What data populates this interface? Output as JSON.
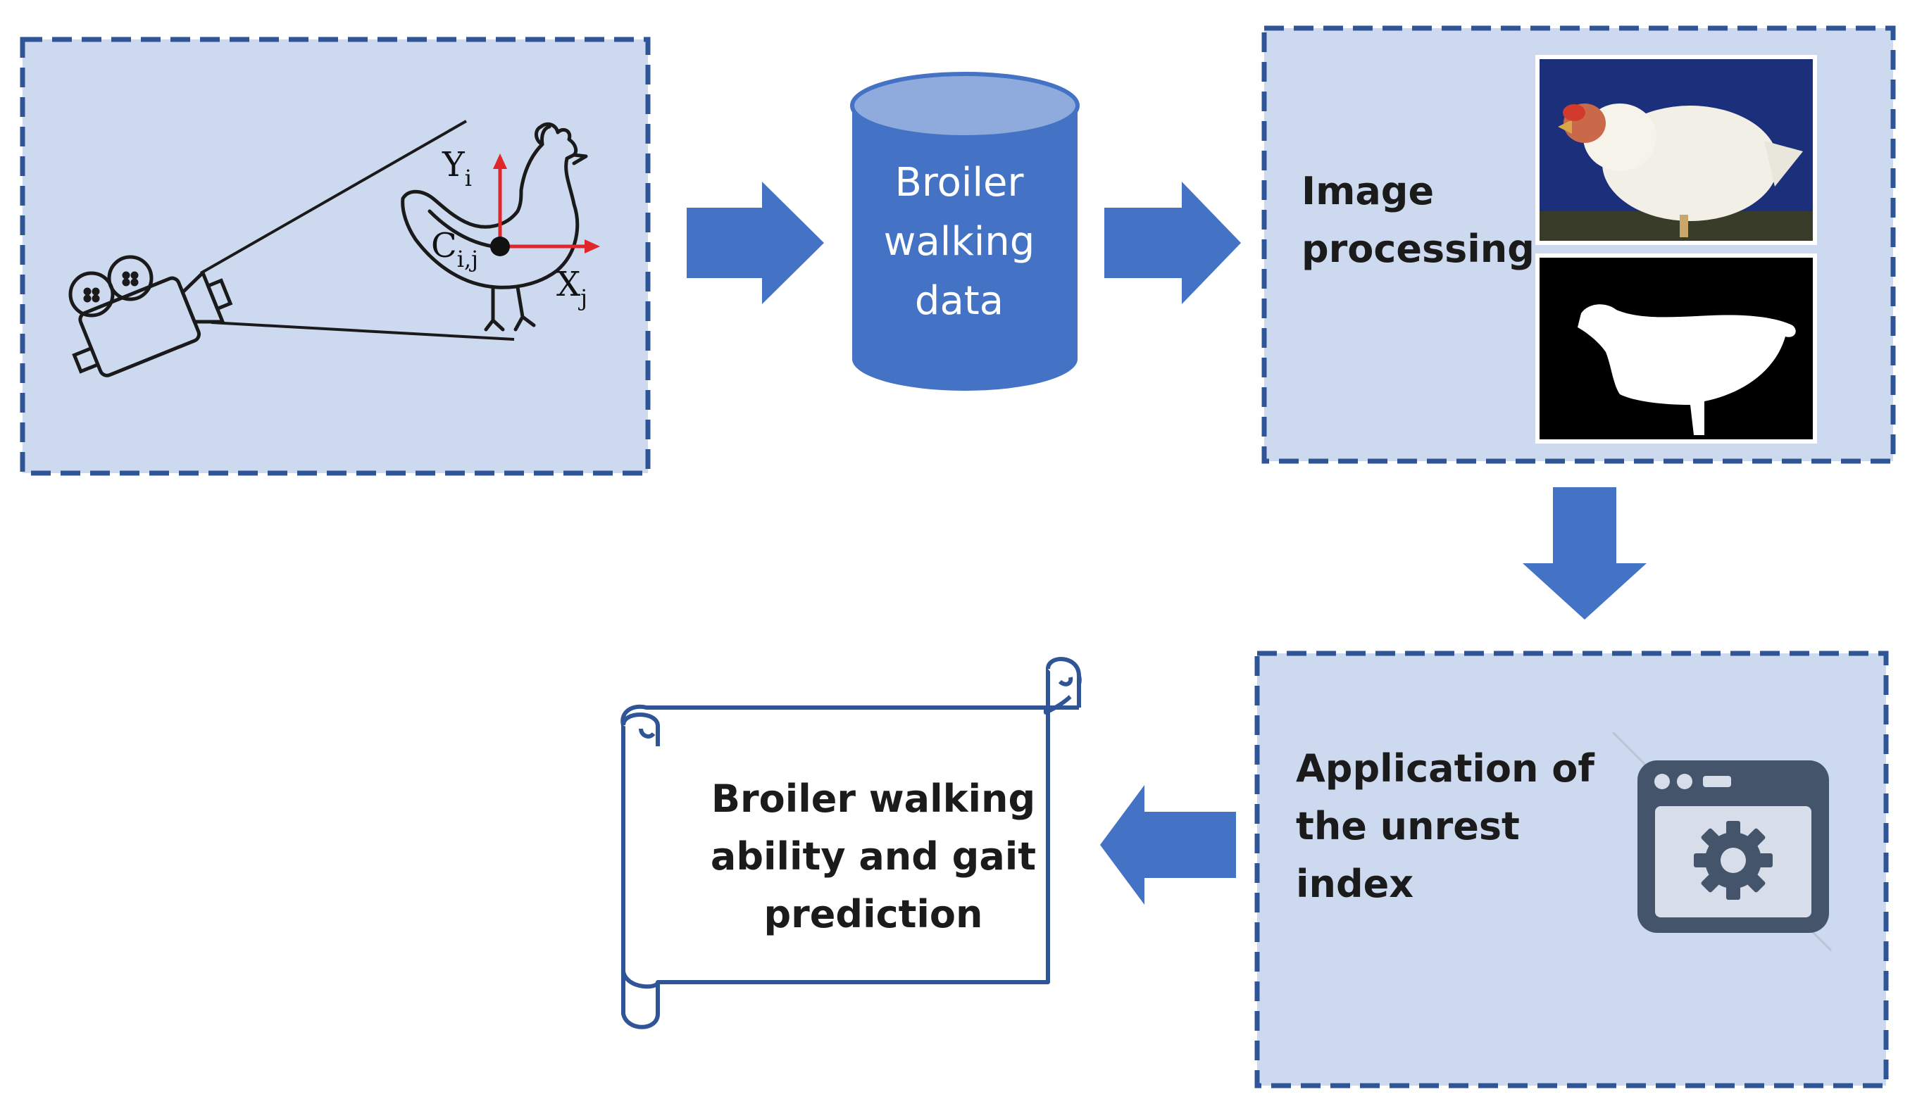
{
  "capture": {
    "axis_y": "Y",
    "axis_y_sub": "i",
    "center": "C",
    "center_sub": "i,j",
    "axis_x": "X",
    "axis_x_sub": "j"
  },
  "database": {
    "line1": "Broiler",
    "line2": "walking",
    "line3": "data"
  },
  "image_processing": {
    "line1": "Image",
    "line2": "processing"
  },
  "unrest_index": {
    "line1": "Application of",
    "line2": "the unrest",
    "line3": "index"
  },
  "prediction": {
    "line1": "Broiler walking",
    "line2": "ability and gait",
    "line3": "prediction"
  },
  "colors": {
    "box_fill": "#cdd9ef",
    "box_border": "#2f5597",
    "arrow": "#4472c4",
    "cylinder": "#4472c4",
    "cylinder_top": "#8faadc",
    "axis_red": "#e0262b"
  },
  "icons": [
    "video-camera-icon",
    "chicken-icon",
    "database-cylinder-icon",
    "chicken-photo",
    "chicken-mask-photo",
    "settings-window-icon",
    "scroll-icon"
  ]
}
